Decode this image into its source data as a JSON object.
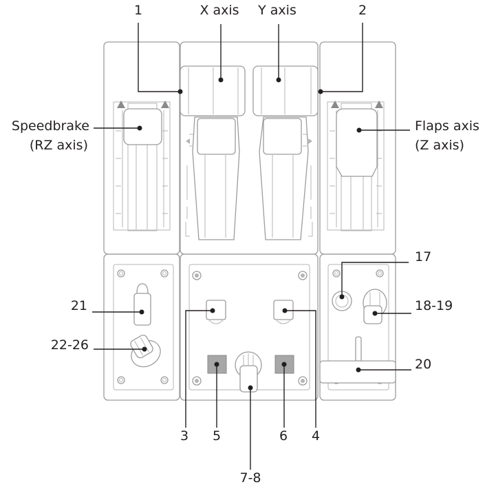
{
  "labels": {
    "l1": "1",
    "l2": "2",
    "x_axis": "X axis",
    "y_axis": "Y axis",
    "speedbrake": "Speedbrake",
    "rz_axis": "(RZ axis)",
    "flaps": "Flaps axis",
    "z_axis": "(Z axis)",
    "l17": "17",
    "l18_19": "18-19",
    "l20": "20",
    "l21": "21",
    "l22_26": "22-26",
    "l3": "3",
    "l4": "4",
    "l5": "5",
    "l6": "6",
    "l7_8": "7-8"
  },
  "colors": {
    "outline": "#9c9c9c",
    "leader": "#231f20",
    "button_fill": "#a7a7a7",
    "arrow": "#8a8a8a"
  }
}
